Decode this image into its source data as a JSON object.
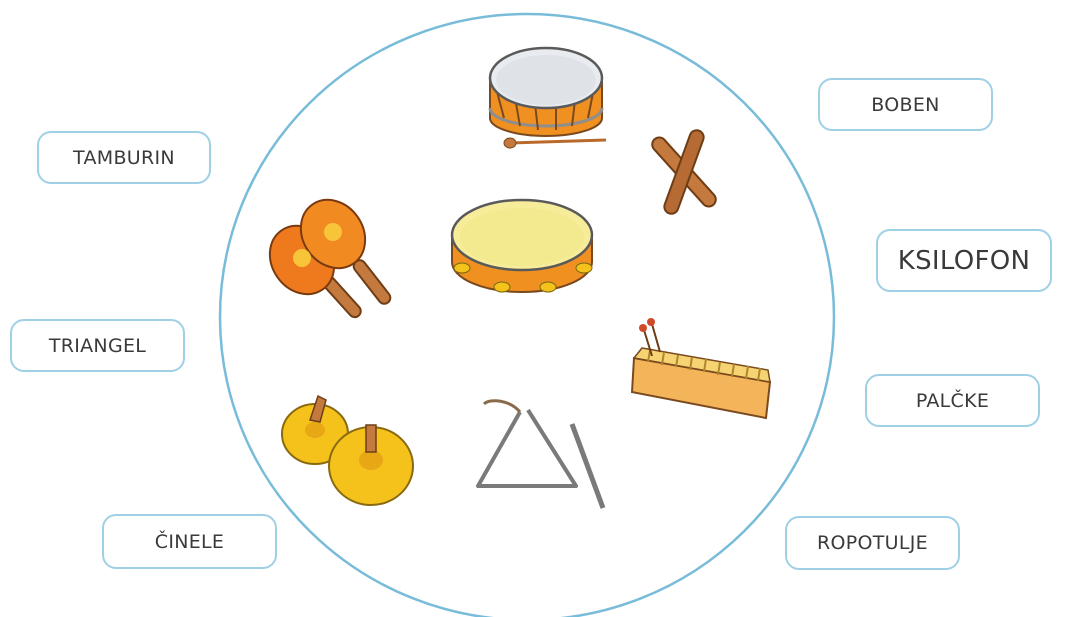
{
  "labels": {
    "tamburin": "TAMBURIN",
    "triangel": "TRIANGEL",
    "cinele": "ČINELE",
    "boben": "BOBEN",
    "ksilofon": "KSILOFON",
    "palcke": "PALČKE",
    "ropotulje": "ROPOTULJE"
  },
  "instruments": [
    "drum",
    "claves",
    "tambourine",
    "maracas",
    "xylophone",
    "cymbals",
    "triangle"
  ],
  "colors": {
    "circle": "#78bcd9",
    "label_border": "#9fd0e6",
    "wood": "#c47a3e",
    "brass": "#f4c21a",
    "orange": "#ef9021"
  }
}
